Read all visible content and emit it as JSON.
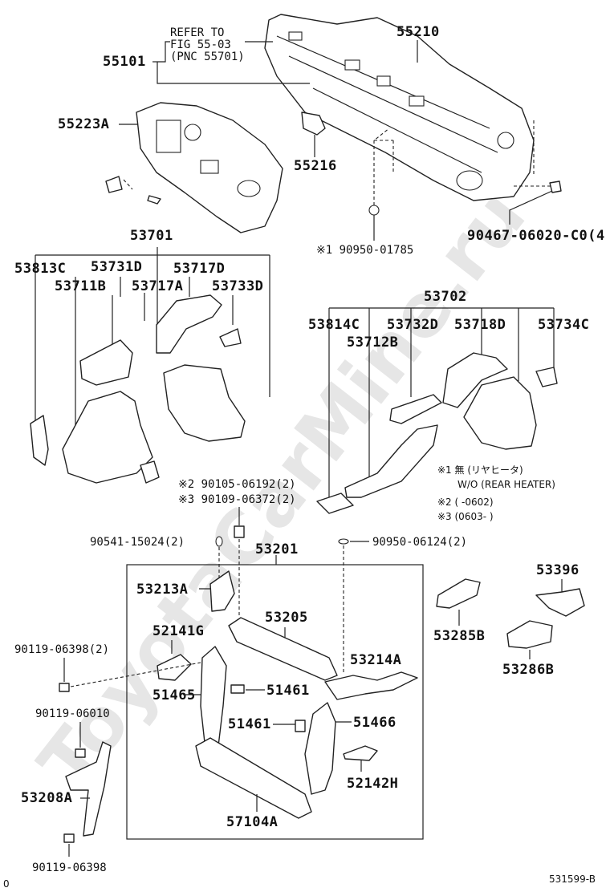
{
  "watermark": "ToyotaCarMine.ru",
  "refer": {
    "line1": "REFER TO",
    "line2": "FIG 55-03",
    "line3": "(PNC 55701)"
  },
  "parts": {
    "p55101": "55101",
    "p55210": "55210",
    "p55223A": "55223A",
    "p55216": "55216",
    "p90950_01785": "※1 90950-01785",
    "p90467": "90467-06020-C0(4",
    "p53701": "53701",
    "p53813C": "53813C",
    "p53731D": "53731D",
    "p53717D": "53717D",
    "p53711B": "53711B",
    "p53717A": "53717A",
    "p53733D": "53733D",
    "p53702": "53702",
    "p53814C": "53814C",
    "p53732D": "53732D",
    "p53718D": "53718D",
    "p53734C": "53734C",
    "p53712B": "53712B",
    "p90105": "※2 90105-06192(2)",
    "p90109": "※3 90109-06372(2)",
    "p90541": "90541-15024(2)",
    "p53201": "53201",
    "p90950_06124": "90950-06124(2)",
    "p53213A": "53213A",
    "p53205": "53205",
    "p52141G": "52141G",
    "p53214A": "53214A",
    "p90119_06398_2": "90119-06398(2)",
    "p51465": "51465",
    "p51461a": "51461",
    "p51461b": "51461",
    "p51466": "51466",
    "p90119_06010": "90119-06010",
    "p52142H": "52142H",
    "p53208A": "53208A",
    "p57104A": "57104A",
    "p90119_06398": "90119-06398",
    "p53396": "53396",
    "p53285B": "53285B",
    "p53286B": "53286B"
  },
  "notes": {
    "n1": "※1 無 (リヤヒータ)",
    "n1b": "W/O (REAR HEATER)",
    "n2": "※2 (        -0602)",
    "n3": "※3 (0603-        )"
  },
  "footer": {
    "left": "0",
    "code": "531599-B"
  }
}
